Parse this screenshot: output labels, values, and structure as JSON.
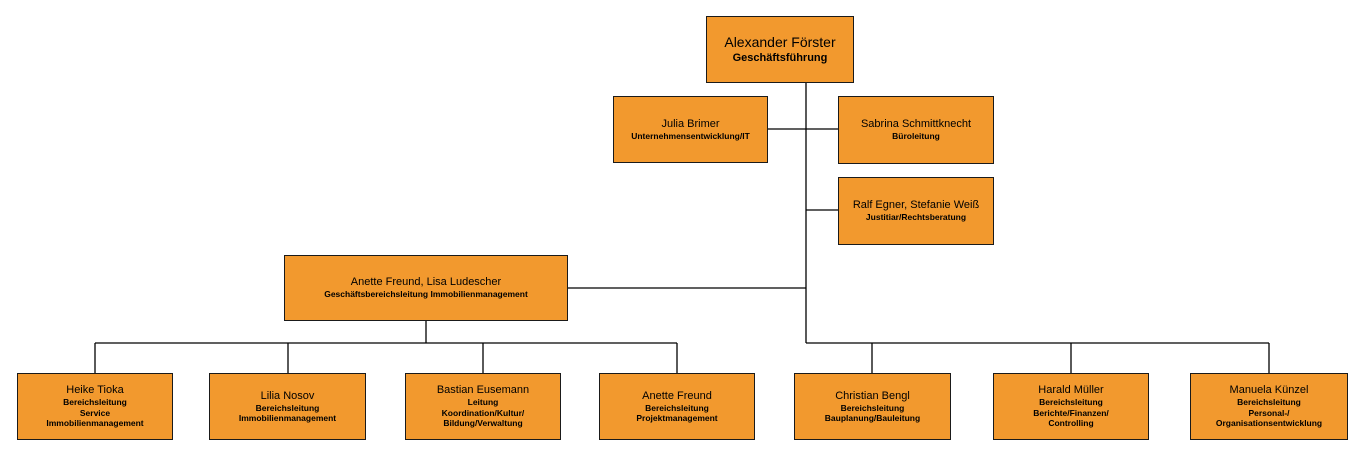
{
  "colors": {
    "box_fill": "#f2992e",
    "border": "#1a1a1a",
    "line": "#000000"
  },
  "ceo": {
    "name": "Alexander Förster",
    "role": "Geschäftsführung"
  },
  "staff": [
    {
      "name": "Julia Brimer",
      "role": "Unternehmensentwicklung/IT"
    },
    {
      "name": "Sabrina Schmittknecht",
      "role": "Büroleitung"
    },
    {
      "name": "Ralf Egner, Stefanie Weiß",
      "role": "Justitiar/Rechtsberatung"
    }
  ],
  "division": {
    "name": "Anette Freund, Lisa Ludescher",
    "role": "Geschäftsbereichsleitung Immobilienmanagement"
  },
  "division_units": [
    {
      "name": "Heike Tioka",
      "role": "Bereichsleitung\nService\nImmobilienmanagement"
    },
    {
      "name": "Lilia Nosov",
      "role": "Bereichsleitung\nImmobilienmanagement"
    },
    {
      "name": "Bastian Eusemann",
      "role": "Leitung\nKoordination/Kultur/\nBildung/Verwaltung"
    },
    {
      "name": "Anette Freund",
      "role": "Bereichsleitung\nProjektmanagement"
    }
  ],
  "direct_units": [
    {
      "name": "Christian Bengl",
      "role": "Bereichsleitung\nBauplanung/Bauleitung"
    },
    {
      "name": "Harald Müller",
      "role": "Bereichsleitung\nBerichte/Finanzen/\nControlling"
    },
    {
      "name": "Manuela Künzel",
      "role": "Bereichsleitung\nPersonal-/\nOrganisationsentwicklung"
    }
  ]
}
